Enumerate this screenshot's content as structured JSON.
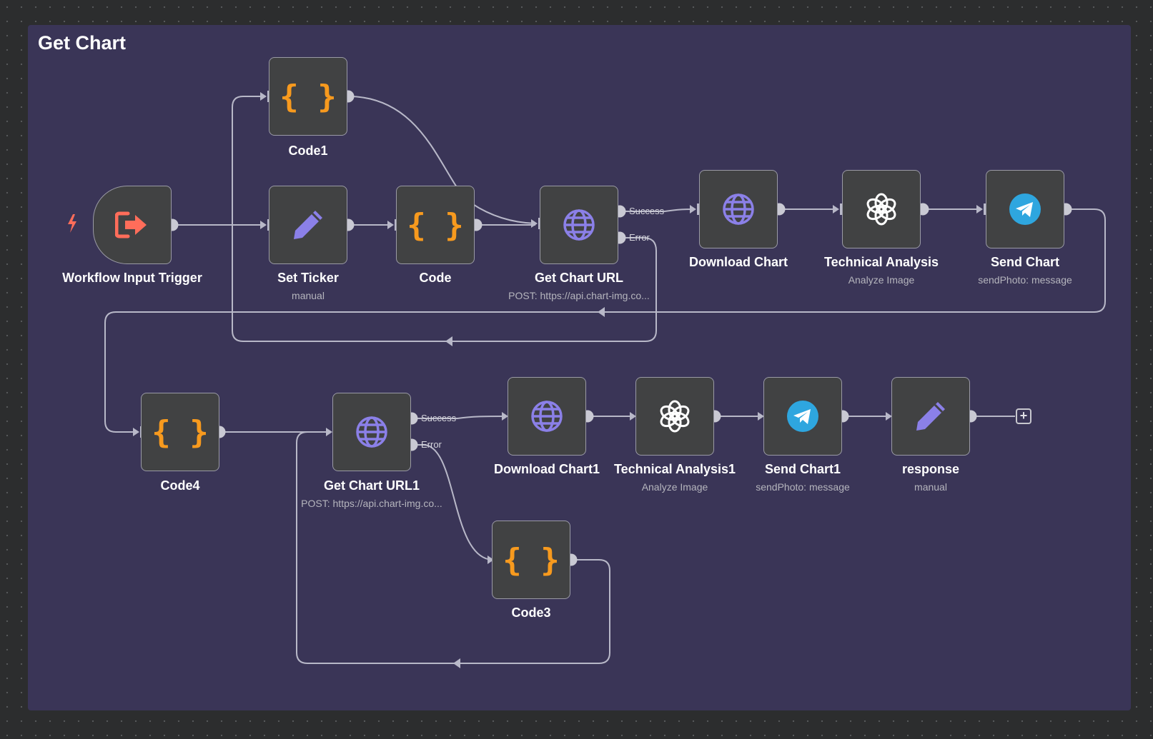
{
  "canvas": {
    "background": "#2c2d2e",
    "dot_color": "#585a5c"
  },
  "sticky_note": {
    "title": "Get Chart",
    "color": "#3a3557"
  },
  "colors": {
    "wire": "#b8b8c8",
    "code_icon": "#f79a1e",
    "http_icon": "#8b80e8",
    "set_icon": "#8b80e8",
    "trigger_icon": "#ff6d5a",
    "telegram": "#2ea6df",
    "node_bg": "#414243"
  },
  "nodes": {
    "workflow_input_trigger": {
      "label": "Workflow Input Trigger",
      "icon": "sign-in-icon"
    },
    "code1": {
      "label": "Code1",
      "icon": "code-braces-icon",
      "glyph": "{}"
    },
    "set_ticker": {
      "label": "Set Ticker",
      "subtitle": "manual",
      "icon": "pencil-icon"
    },
    "code": {
      "label": "Code",
      "icon": "code-braces-icon",
      "glyph": "{}"
    },
    "get_chart_url": {
      "label": "Get Chart URL",
      "subtitle": "POST: https://api.chart-img.co...",
      "icon": "globe-icon"
    },
    "download_chart": {
      "label": "Download Chart",
      "icon": "globe-icon"
    },
    "technical_analysis": {
      "label": "Technical Analysis",
      "subtitle": "Analyze Image",
      "icon": "openai-icon"
    },
    "send_chart": {
      "label": "Send Chart",
      "subtitle": "sendPhoto: message",
      "icon": "telegram-icon"
    },
    "code4": {
      "label": "Code4",
      "icon": "code-braces-icon",
      "glyph": "{}"
    },
    "get_chart_url1": {
      "label": "Get Chart URL1",
      "subtitle": "POST: https://api.chart-img.co...",
      "icon": "globe-icon"
    },
    "download_chart1": {
      "label": "Download Chart1",
      "icon": "globe-icon"
    },
    "technical_analysis1": {
      "label": "Technical Analysis1",
      "subtitle": "Analyze Image",
      "icon": "openai-icon"
    },
    "send_chart1": {
      "label": "Send Chart1",
      "subtitle": "sendPhoto: message",
      "icon": "telegram-icon"
    },
    "response": {
      "label": "response",
      "subtitle": "manual",
      "icon": "pencil-icon"
    },
    "code3": {
      "label": "Code3",
      "icon": "code-braces-icon",
      "glyph": "{}"
    }
  },
  "port_labels": {
    "success": "Success",
    "error": "Error"
  },
  "add_button": {
    "icon": "plus-square-icon",
    "glyph": "+"
  }
}
